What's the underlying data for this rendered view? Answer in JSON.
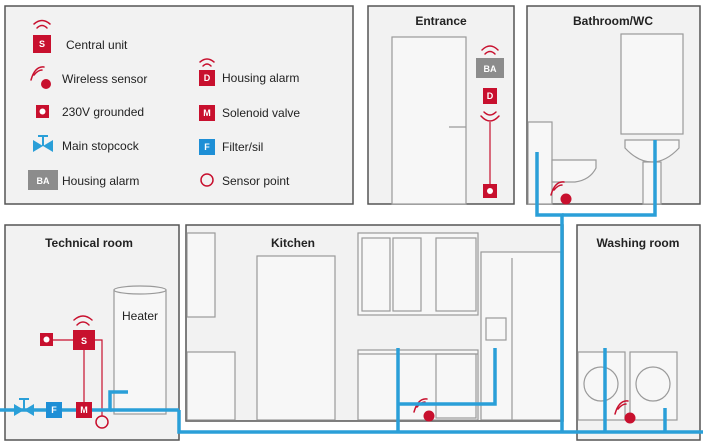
{
  "legend": {
    "items": [
      {
        "badge": "S",
        "label": "Central unit"
      },
      {
        "label": "Wireless sensor"
      },
      {
        "label": "230V grounded"
      },
      {
        "label": "Main stopcock"
      },
      {
        "badge": "BA",
        "label": "Housing alarm"
      },
      {
        "badge": "D",
        "label": "Housing alarm"
      },
      {
        "badge": "M",
        "label": "Solenoid valve"
      },
      {
        "badge": "F",
        "label": "Filter/sil"
      },
      {
        "label": "Sensor point"
      }
    ]
  },
  "rooms": {
    "entrance": {
      "title": "Entrance",
      "ba_badge": "BA",
      "d_badge": "D"
    },
    "bathroom": {
      "title": "Bathroom/WC"
    },
    "technical": {
      "title": "Technical room",
      "heater_label": "Heater",
      "s_badge": "S",
      "f_badge": "F",
      "m_badge": "M"
    },
    "kitchen": {
      "title": "Kitchen"
    },
    "washing": {
      "title": "Washing room"
    }
  },
  "colors": {
    "alarm_red": "#c8102e",
    "pipe_blue": "#2a9fd8",
    "filter_blue": "#1e8fd6",
    "ba_gray": "#8c8c8c"
  }
}
